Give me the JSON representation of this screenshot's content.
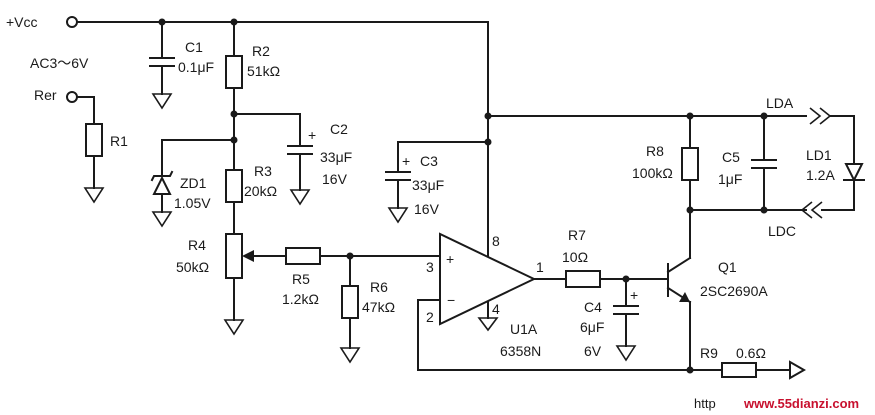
{
  "terminals": {
    "vcc": "+Vcc",
    "ac": "AC3～6V",
    "rer": "Rer",
    "lda": "LDA",
    "ldc": "LDC"
  },
  "components": {
    "c1": {
      "ref": "C1",
      "value": "0.1μF"
    },
    "r2": {
      "ref": "R2",
      "value": "51kΩ"
    },
    "r1": {
      "ref": "R1"
    },
    "c2": {
      "ref": "C2",
      "value": "33μF",
      "voltage": "16V"
    },
    "zd1": {
      "ref": "ZD1",
      "value": "1.05V"
    },
    "r3": {
      "ref": "R3",
      "value": "20kΩ"
    },
    "c3": {
      "ref": "C3",
      "value": "33μF",
      "voltage": "16V"
    },
    "r4": {
      "ref": "R4",
      "value": "50kΩ"
    },
    "r5": {
      "ref": "R5",
      "value": "1.2kΩ"
    },
    "r6": {
      "ref": "R6",
      "value": "47kΩ"
    },
    "u1a": {
      "ref": "U1A",
      "value": "6358N",
      "pin_plus": "+",
      "pin_minus": "−",
      "pin3": "3",
      "pin2": "2",
      "pin8": "8",
      "pin4": "4",
      "pin1": "1"
    },
    "r7": {
      "ref": "R7",
      "value": "10Ω"
    },
    "c4": {
      "ref": "C4",
      "value": "6μF",
      "voltage": "6V"
    },
    "q1": {
      "ref": "Q1",
      "value": "2SC2690A"
    },
    "r8": {
      "ref": "R8",
      "value": "100kΩ"
    },
    "c5": {
      "ref": "C5",
      "value": "1μF"
    },
    "ld1": {
      "ref": "LD1",
      "value": "1.2A"
    },
    "r9": {
      "ref": "R9",
      "value": "0.6Ω"
    }
  },
  "polarity_plus": "+",
  "watermark": {
    "prefix": "http",
    "site": "www.55dianzi.com"
  }
}
